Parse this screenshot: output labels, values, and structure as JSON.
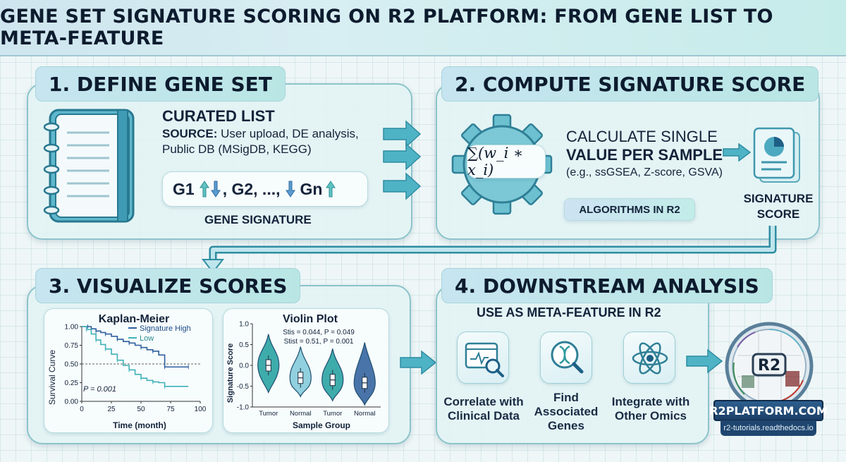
{
  "title": "GENE SET SIGNATURE SCORING ON R2 PLATFORM: FROM GENE LIST TO META-FEATURE",
  "step1": {
    "title": "1. DEFINE GENE SET",
    "heading": "CURATED LIST",
    "source_label": "SOURCE:",
    "source_text_1": "User upload, DE analysis,",
    "source_text_2": "Public DB (MSigDB, KEGG)",
    "genes": {
      "g1": "G1",
      "g2": ", G2, ...,",
      "gn": "Gn"
    },
    "caption": "GENE SIGNATURE"
  },
  "step2": {
    "title": "2. COMPUTE SIGNATURE SCORE",
    "formula": "∑(w_i ∗ x_i)",
    "text_1": "CALCULATE SINGLE",
    "text_2": "VALUE PER SAMPLE",
    "text_3": "(e.g., ssGSEA, Z-score, GSVA)",
    "badge": "ALGORITHMS IN R2",
    "output_1": "SIGNATURE",
    "output_2": "SCORE"
  },
  "step3": {
    "title": "3. VISUALIZE SCORES",
    "km": {
      "title": "Kaplan-Meier",
      "ylabel": "Survival Curve",
      "xlabel": "Time (month)",
      "yticks": [
        "1.00",
        "0.75",
        "0.50",
        "0.25",
        "0.00"
      ],
      "xticks": [
        "0",
        "25",
        "50",
        "75",
        "100"
      ],
      "legend_high": "Signature High",
      "legend_low": "Low",
      "pvalue": "P = 0.001"
    },
    "violin": {
      "title": "Violin Plot",
      "ylabel": "Signature Score",
      "xlabel": "Sample Group",
      "yticks": [
        "1.0",
        "0.5",
        "0.0",
        "-0.5",
        "-1.0"
      ],
      "categories": [
        "Tumor",
        "Normal",
        "Tumor",
        "Normal"
      ],
      "stat_1": "Stis = 0.044, P = 0.049",
      "stat_2": "Stist = 0.51, P = 0.001"
    }
  },
  "step4": {
    "title": "4. DOWNSTREAM ANALYSIS",
    "subtitle": "USE AS META-FEATURE IN R2",
    "item_1": [
      "Correlate with",
      "Clinical Data"
    ],
    "item_2": [
      "Find",
      "Associated",
      "Genes"
    ],
    "item_3": [
      "Integrate with",
      "Other Omics"
    ],
    "logo_text": "R2",
    "banner": "R2PLATFORM.COM",
    "url": "r2-tutorials.readthedocs.io"
  },
  "colors": {
    "accent_teal": "#4fb3c6",
    "km_high": "#2f5f9e",
    "km_low": "#3fb2b8",
    "violin_tumor": "#1f9e9e",
    "violin_normal": "#7fc8d8",
    "violin_dark": "#2a5c9a"
  },
  "chart_data": [
    {
      "type": "line",
      "title": "Kaplan-Meier",
      "xlabel": "Time (month)",
      "ylabel": "Survival Curve",
      "xlim": [
        0,
        100
      ],
      "ylim": [
        0,
        1
      ],
      "series": [
        {
          "name": "Signature High",
          "points": [
            [
              0,
              1.0
            ],
            [
              5,
              1.0
            ],
            [
              8,
              0.97
            ],
            [
              12,
              0.94
            ],
            [
              16,
              0.92
            ],
            [
              20,
              0.9
            ],
            [
              25,
              0.87
            ],
            [
              30,
              0.83
            ],
            [
              35,
              0.8
            ],
            [
              40,
              0.78
            ],
            [
              45,
              0.75
            ],
            [
              50,
              0.72
            ],
            [
              55,
              0.69
            ],
            [
              60,
              0.67
            ],
            [
              65,
              0.62
            ],
            [
              70,
              0.46
            ],
            [
              80,
              0.46
            ],
            [
              90,
              0.46
            ]
          ]
        },
        {
          "name": "Low",
          "points": [
            [
              0,
              1.0
            ],
            [
              4,
              0.96
            ],
            [
              8,
              0.9
            ],
            [
              12,
              0.82
            ],
            [
              16,
              0.76
            ],
            [
              20,
              0.7
            ],
            [
              25,
              0.63
            ],
            [
              30,
              0.55
            ],
            [
              35,
              0.48
            ],
            [
              40,
              0.42
            ],
            [
              45,
              0.36
            ],
            [
              50,
              0.31
            ],
            [
              55,
              0.28
            ],
            [
              60,
              0.26
            ],
            [
              65,
              0.25
            ],
            [
              70,
              0.2
            ],
            [
              90,
              0.2
            ]
          ]
        }
      ],
      "reference_line": 0.5,
      "annotation": "P = 0.001"
    },
    {
      "type": "violin",
      "title": "Violin Plot",
      "xlabel": "Sample Group",
      "ylabel": "Signature Score",
      "ylim": [
        -1.0,
        1.0
      ],
      "categories": [
        "Tumor",
        "Normal",
        "Tumor",
        "Normal"
      ],
      "medians": [
        0.0,
        -0.3,
        -0.35,
        -0.42
      ],
      "ranges": [
        [
          -0.65,
          0.75
        ],
        [
          -0.75,
          0.45
        ],
        [
          -0.85,
          0.4
        ],
        [
          -0.95,
          0.55
        ]
      ],
      "annotations": [
        "Stis = 0.044, P = 0.049",
        "Stist = 0.51, P = 0.001"
      ]
    }
  ]
}
